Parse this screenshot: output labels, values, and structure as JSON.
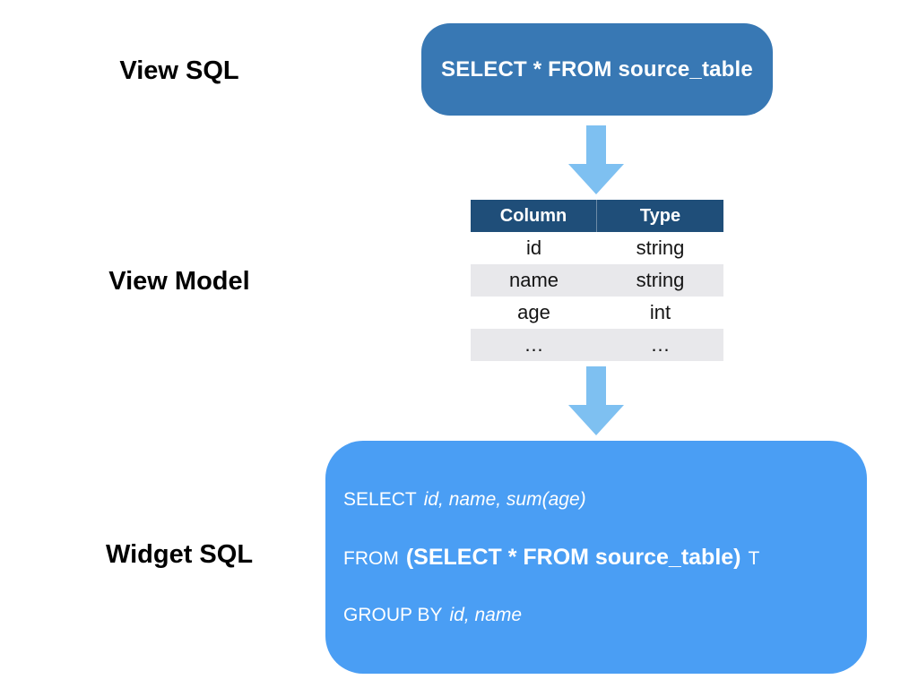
{
  "labels": {
    "view_sql": "View SQL",
    "view_model": "View Model",
    "widget_sql": "Widget SQL"
  },
  "view_sql_box": {
    "text": "SELECT * FROM source_table"
  },
  "view_model_table": {
    "headers": [
      "Column",
      "Type"
    ],
    "rows": [
      [
        "id",
        "string"
      ],
      [
        "name",
        "string"
      ],
      [
        "age",
        "int"
      ],
      [
        "…",
        "…"
      ]
    ]
  },
  "widget_sql_box": {
    "line1": {
      "keyword": "SELECT",
      "columns": "id, name, sum(age)"
    },
    "line2": {
      "keyword": "FROM",
      "subquery": "(SELECT * FROM source_table)",
      "alias": "T"
    },
    "line3": {
      "keyword": "GROUP BY",
      "columns": "id, name"
    }
  },
  "colors": {
    "view_sql_box_bg": "#3878B4",
    "widget_sql_box_bg": "#4A9EF4",
    "arrow": "#7EC0F1",
    "table_header_bg": "#1F4E79",
    "table_alt_row_bg": "#E8E8EB"
  }
}
